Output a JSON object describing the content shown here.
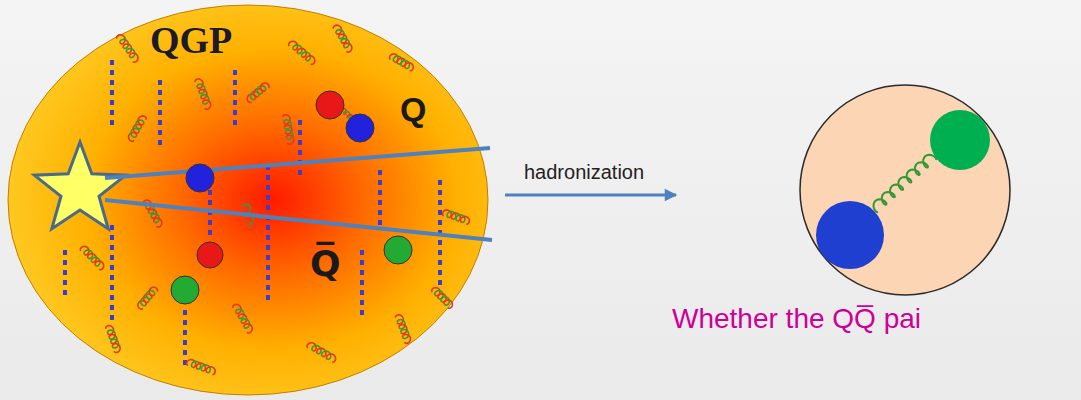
{
  "diagram": {
    "nodes": [
      {
        "text": [
          "QGP",
          "Q",
          "Q̅"
        ]
      }
    ],
    "labels": [
      "hadronization",
      "Whether the QQ̅ pai"
    ]
  }
}
